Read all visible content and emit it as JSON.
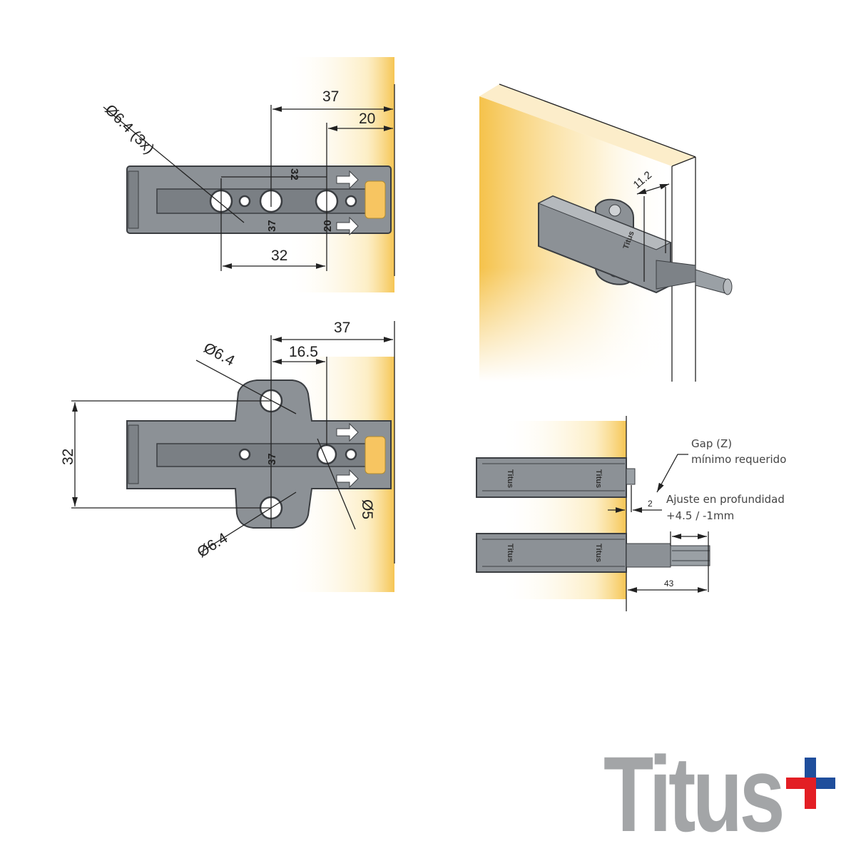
{
  "top_view": {
    "hole_label": "Ø6.4 (3x)",
    "dim_37": "37",
    "dim_20": "20",
    "dim_32_inner": "32",
    "dim_37_inner": "37",
    "dim_20_inner": "20",
    "dim_32_bottom": "32"
  },
  "flange_view": {
    "dim_37": "37",
    "dim_16_5": "16.5",
    "dim_32_vertical": "32",
    "dim_37_inner": "37",
    "hole_top_label": "Ø6.4",
    "hole_bottom_label": "Ø6.4",
    "small_hole_label": "Ø5"
  },
  "iso_view": {
    "dim_11_2": "11.2",
    "part_brand": "Titus"
  },
  "side_view": {
    "part_brand": "Titus",
    "gap_label_1": "Gap (Z)",
    "gap_label_2": "mínimo requerido",
    "dim_2": "2",
    "adjust_label_1": "Ajuste en profundidad",
    "adjust_label_2": "+4.5 / -1mm",
    "dim_43": "43"
  },
  "logo": {
    "text": "Titus",
    "cross_red": "#e31e24",
    "cross_blue": "#1f4e9c"
  }
}
